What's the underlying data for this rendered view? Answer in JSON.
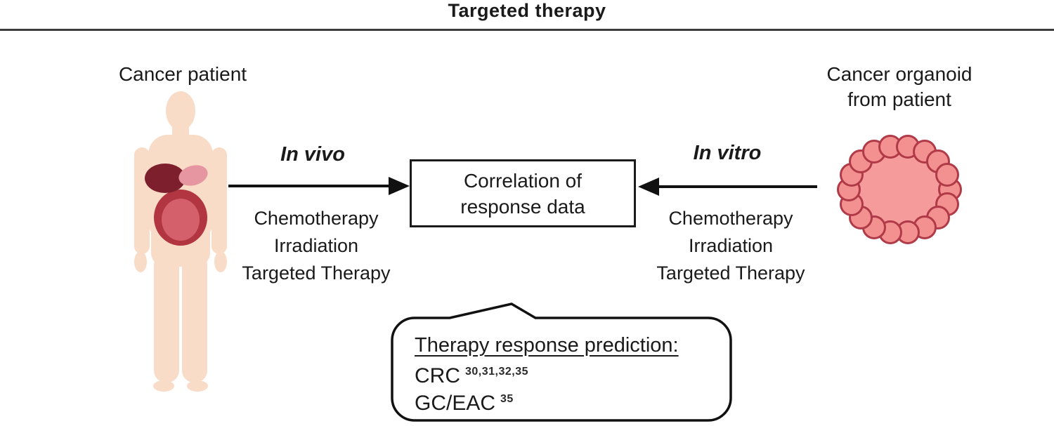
{
  "title": "Targeted therapy",
  "patient": {
    "label": "Cancer patient"
  },
  "organoid": {
    "label_line1": "Cancer organoid",
    "label_line2": "from patient"
  },
  "center_box": {
    "line1": "Correlation of",
    "line2": "response data"
  },
  "arrows": {
    "left": {
      "label": "In vivo",
      "modalities": [
        "Chemotherapy",
        "Irradiation",
        "Targeted Therapy"
      ]
    },
    "right": {
      "label": "In vitro",
      "modalities": [
        "Chemotherapy",
        "Irradiation",
        "Targeted Therapy"
      ]
    }
  },
  "prediction_bubble": {
    "heading": "Therapy response prediction:",
    "items": [
      {
        "label": "CRC",
        "refs": "30,31,32,35"
      },
      {
        "label": "GC/EAC",
        "refs": "35"
      }
    ]
  },
  "colors": {
    "text": "#1a1a1a",
    "divider": "#3d3d3d",
    "arrow": "#111111",
    "bubble_stroke": "#111111",
    "body_fill": "#f9dcc7",
    "liver": "#7d1f2d",
    "stomach": "#e596a0",
    "colon": "#b23642",
    "intestine": "#d4606b",
    "organoid_core": "#f59b9b",
    "cell_fill": "#f39090",
    "cell_stroke": "#b03a48"
  }
}
